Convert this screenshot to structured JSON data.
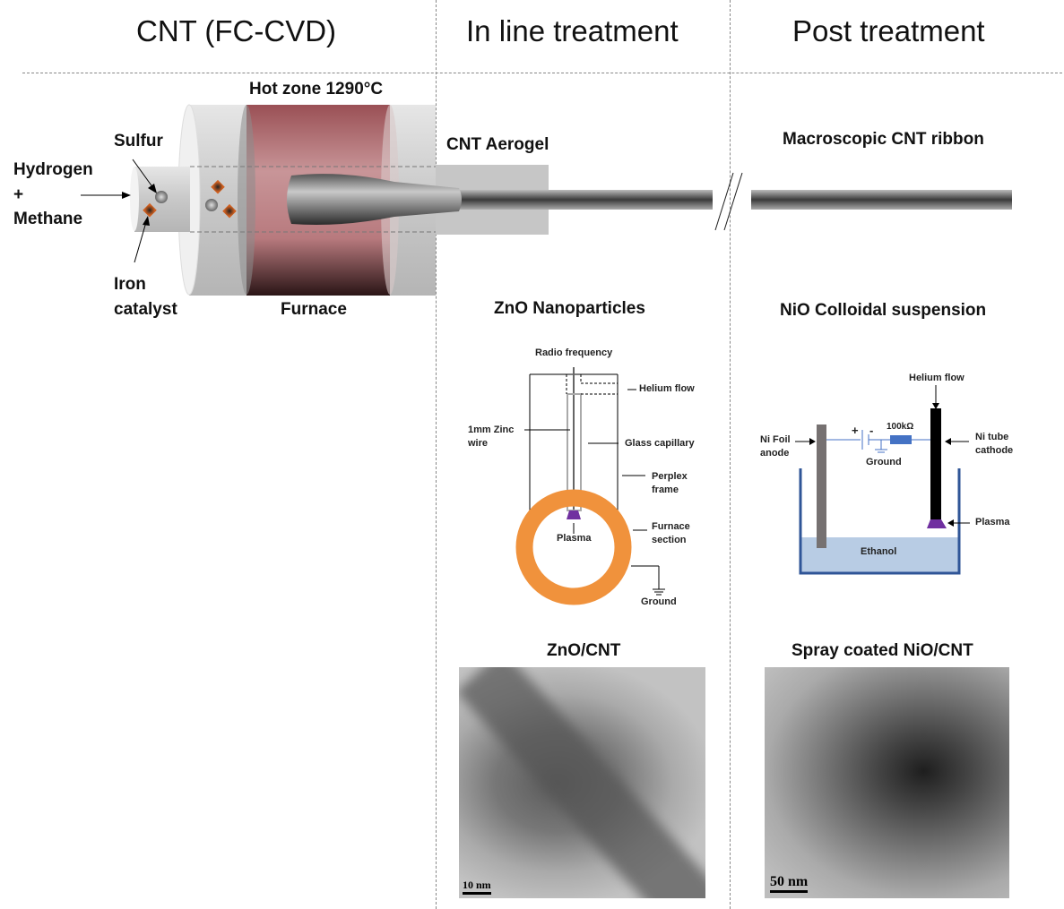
{
  "headers": {
    "col1": "CNT (FC-CVD)",
    "col2": "In line treatment",
    "col3": "Post treatment"
  },
  "reactor": {
    "hot_zone": "Hot zone 1290°C",
    "furnace": "Furnace",
    "sulfur": "Sulfur",
    "hydrogen": "Hydrogen",
    "plus": "+",
    "methane": "Methane",
    "iron": "Iron",
    "catalyst": "catalyst",
    "aerogel": "CNT Aerogel",
    "ribbon": "Macroscopic CNT ribbon"
  },
  "zno_setup": {
    "title": "ZnO Nanoparticles",
    "radio_frequency": "Radio frequency",
    "helium_flow": "Helium flow",
    "zinc_wire_1": "1mm Zinc",
    "zinc_wire_2": "wire",
    "glass_capillary": "Glass capillary",
    "perplex_1": "Perplex",
    "perplex_2": "frame",
    "furnace_1": "Furnace",
    "furnace_2": "section",
    "plasma": "Plasma",
    "ground": "Ground"
  },
  "nio_setup": {
    "title": "NiO Colloidal suspension",
    "helium_flow": "Helium flow",
    "anode_1": "Ni Foil",
    "anode_2": "anode",
    "plus": "+",
    "minus": "-",
    "resistor": "100kΩ",
    "ground": "Ground",
    "cathode_1": "Ni tube",
    "cathode_2": "cathode",
    "plasma": "Plasma",
    "ethanol": "Ethanol"
  },
  "micrographs": {
    "zno_title": "ZnO/CNT",
    "zno_scale": "10 nm",
    "nio_title": "Spray coated NiO/CNT",
    "nio_scale": "50 nm"
  },
  "colors": {
    "furnace_red": "#b86b70",
    "orange_ring": "#f0923c",
    "plasma_purple": "#7030a0",
    "ethanol_blue": "#b8cce4",
    "beaker_blue": "#2f5597",
    "resistor_blue": "#4472c4"
  }
}
